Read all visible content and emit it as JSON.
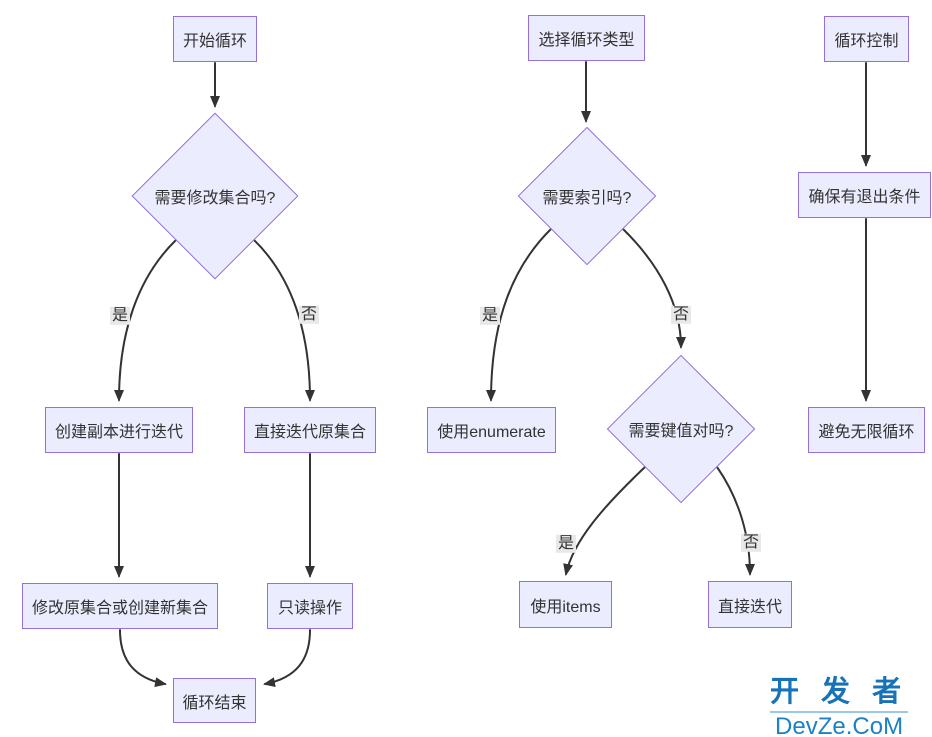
{
  "colors": {
    "node_fill": "#ECECFF",
    "node_border": "#9370DB",
    "edge": "#333333",
    "edge_label_bg": "#E8E8E8",
    "text": "#333333",
    "watermark_title": "#1673B8",
    "watermark_domain": "#1B82C6"
  },
  "labels": {
    "yes": "是",
    "no": "否"
  },
  "flows": {
    "left": {
      "start": "开始循环",
      "decision": "需要修改集合吗?",
      "yes_action": "创建副本进行迭代",
      "no_action": "直接迭代原集合",
      "yes_result": "修改原集合或创建新集合",
      "no_result": "只读操作",
      "end": "循环结束"
    },
    "middle": {
      "start": "选择循环类型",
      "decision1": "需要索引吗?",
      "yes_action": "使用enumerate",
      "decision2": "需要键值对吗?",
      "items_action": "使用items",
      "direct_action": "直接迭代"
    },
    "right": {
      "start": "循环控制",
      "step1": "确保有退出条件",
      "step2": "避免无限循环"
    }
  },
  "watermark": {
    "title": "开 发 者",
    "domain": "DevZe.CoM"
  }
}
